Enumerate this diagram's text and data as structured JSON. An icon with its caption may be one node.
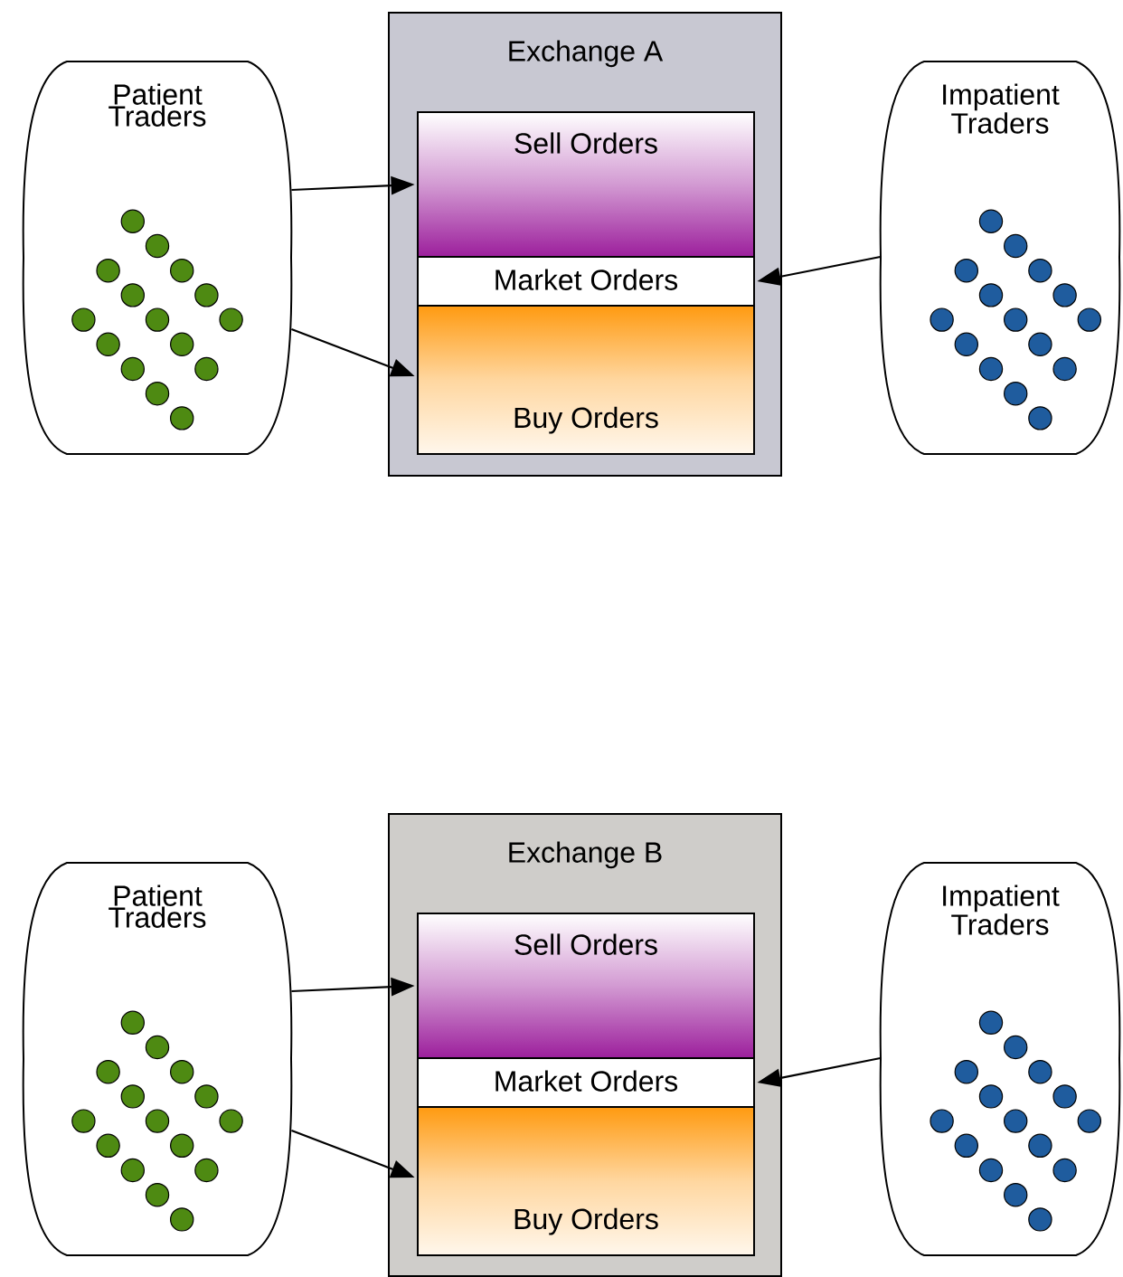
{
  "diagram": {
    "nodes": [
      {
        "text": [
          "Patient Traders"
        ]
      },
      {
        "text": [
          "Exchange A"
        ]
      },
      {
        "text": [
          "Sell Orders"
        ],
        "in": 1
      },
      {
        "text": [
          "Market Orders"
        ],
        "in": 1
      },
      {
        "text": [
          "Buy Orders"
        ],
        "in": 1
      },
      {
        "text": [
          "Impatient Traders"
        ]
      },
      {
        "text": [
          "Patient Traders"
        ]
      },
      {
        "text": [
          "Exchange B"
        ]
      },
      {
        "text": [
          "Sell Orders"
        ],
        "in": 7
      },
      {
        "text": [
          "Market Orders"
        ],
        "in": 7
      },
      {
        "text": [
          "Buy Orders"
        ],
        "in": 7
      },
      {
        "text": [
          "Impatient Traders"
        ]
      }
    ],
    "edges": [
      {
        "from": 0,
        "to": 2,
        "arrow": "to"
      },
      {
        "from": 0,
        "to": 4,
        "arrow": "to"
      },
      {
        "from": 5,
        "to": 3,
        "arrow": "to"
      },
      {
        "from": 6,
        "to": 8,
        "arrow": "to"
      },
      {
        "from": 6,
        "to": 10,
        "arrow": "to"
      },
      {
        "from": 11,
        "to": 9,
        "arrow": "to"
      }
    ]
  }
}
